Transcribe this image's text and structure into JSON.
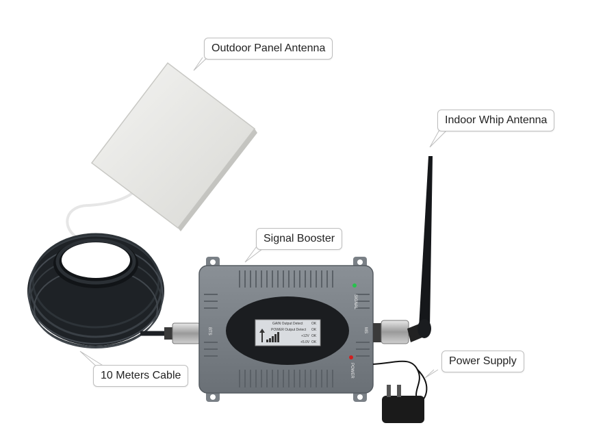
{
  "labels": {
    "outdoor_antenna": "Outdoor Panel Antenna",
    "indoor_antenna": "Indoor Whip Antenna",
    "signal_booster": "Signal Booster",
    "power_supply": "Power Supply",
    "cable": "10 Meters Cable"
  },
  "device": {
    "lcd_lines": [
      {
        "label": "GAIN Output Detect",
        "status": "OK"
      },
      {
        "label": "POWER Output Detect",
        "status": "OK"
      },
      {
        "label": "+12V",
        "status": "OK"
      },
      {
        "label": "+5.0V",
        "status": "OK"
      }
    ],
    "signal_label": "SIGNAL",
    "power_label": "POWER",
    "bts_label": "BTS",
    "ms_label": "MS"
  }
}
